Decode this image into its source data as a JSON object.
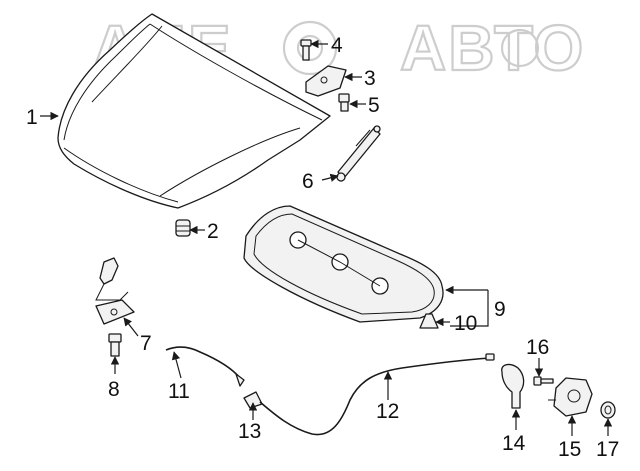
{
  "watermark": {
    "text": "АЛЕ",
    "text2": "АВТО",
    "color": "#c8c8c8"
  },
  "callouts": {
    "c1": "1",
    "c2": "2",
    "c3": "3",
    "c4": "4",
    "c5": "5",
    "c6": "6",
    "c7": "7",
    "c8": "8",
    "c9": "9",
    "c10": "10",
    "c11": "11",
    "c12": "12",
    "c13": "13",
    "c14": "14",
    "c15": "15",
    "c16": "16",
    "c17": "17"
  },
  "colors": {
    "line": "#1a1a1a",
    "part_fill": "#f2f2f2",
    "background": "#ffffff"
  }
}
